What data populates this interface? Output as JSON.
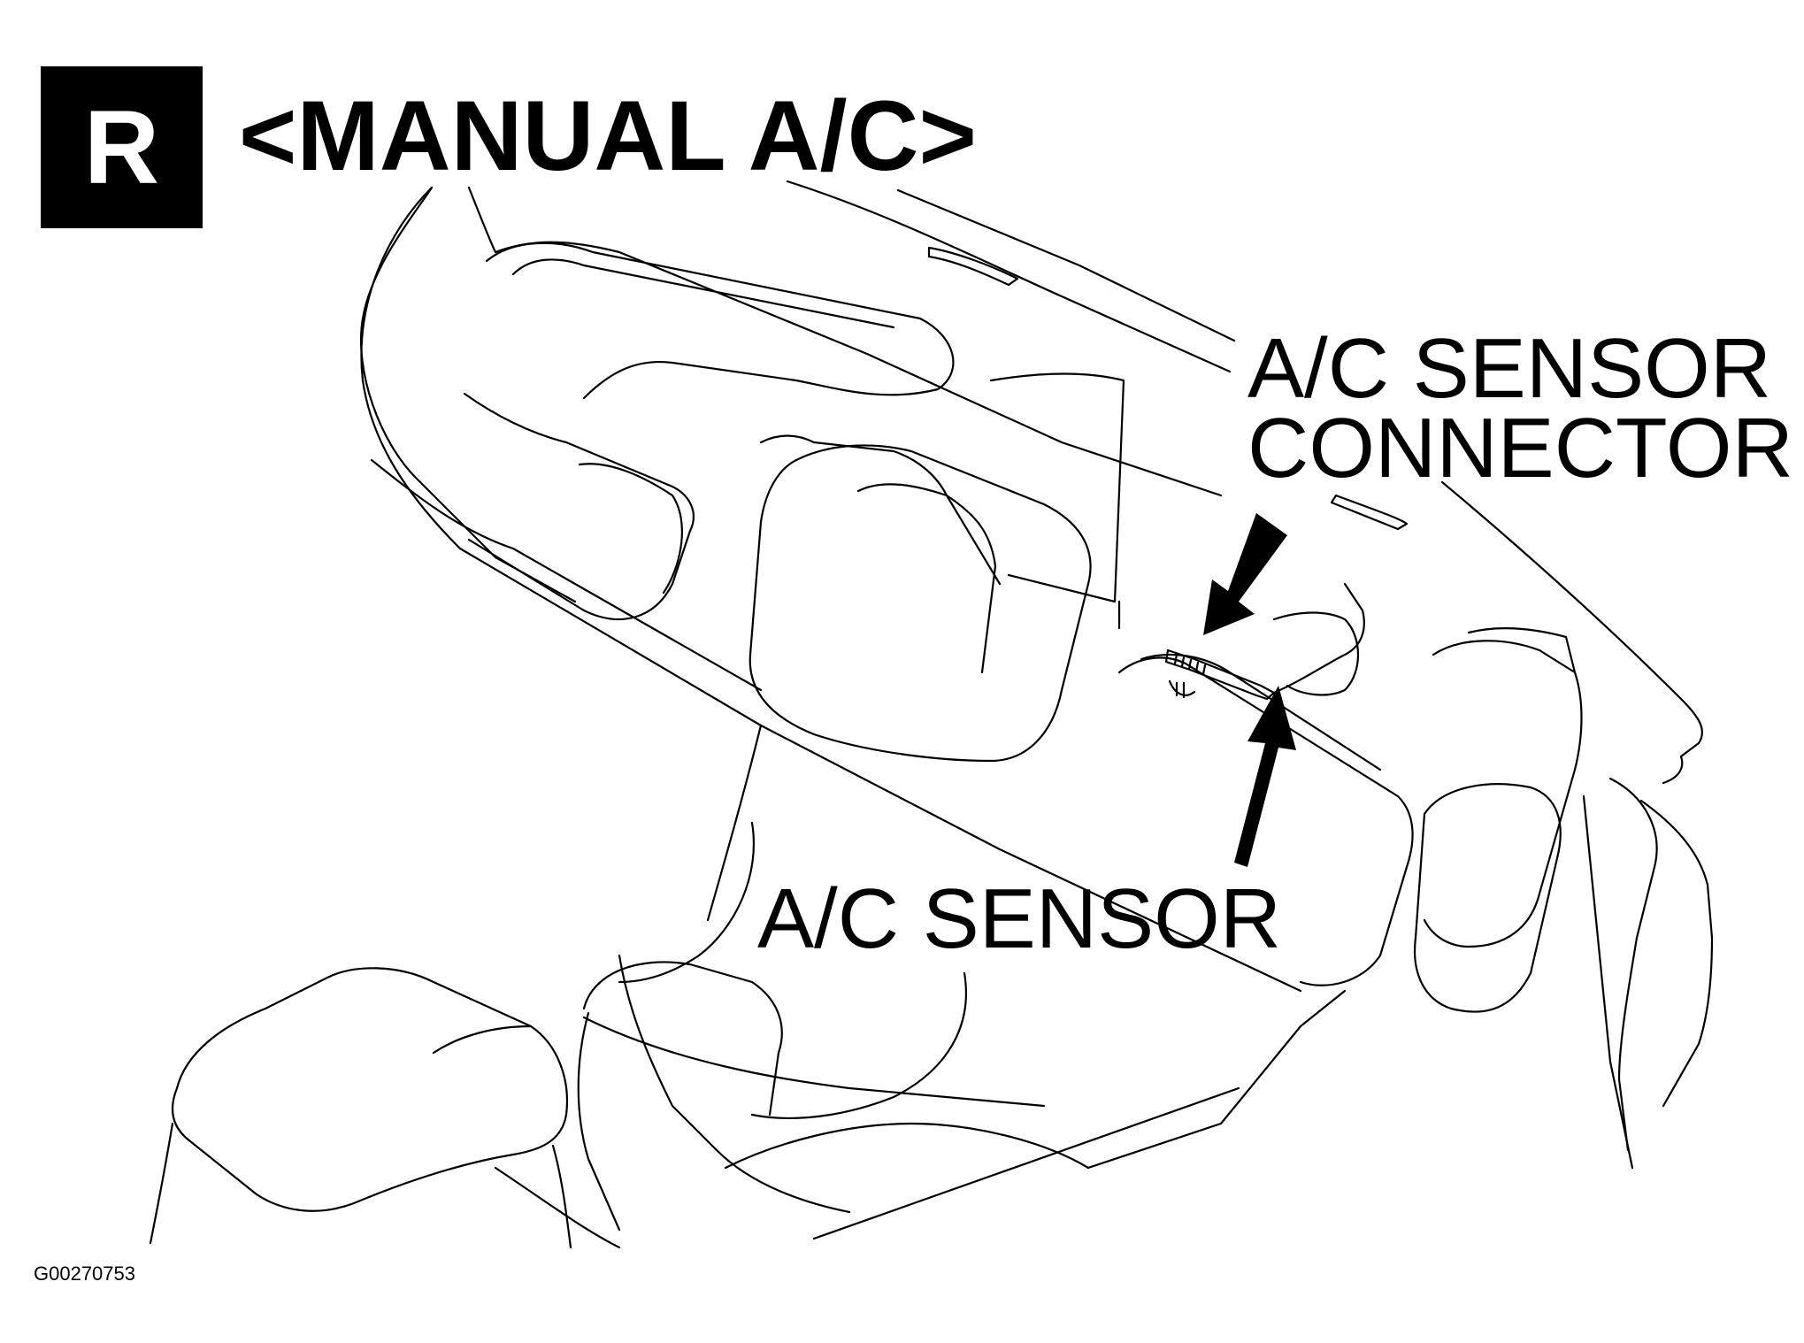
{
  "header": {
    "badge_letter": "R",
    "title": "<MANUAL A/C>"
  },
  "callouts": {
    "connector_line1": "A/C SENSOR",
    "connector_line2": "CONNECTOR",
    "sensor": "A/C SENSOR"
  },
  "figure_id": "G00270753",
  "colors": {
    "ink": "#000000",
    "background": "#ffffff"
  }
}
